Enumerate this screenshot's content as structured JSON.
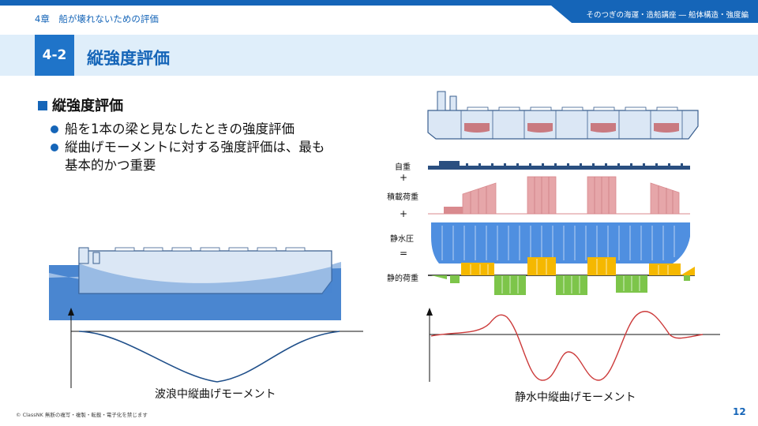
{
  "header": {
    "chapter": "4章　船が壊れないための評価",
    "series": "そのつぎの海運・造船講座 ― 船体構造・強度編",
    "section_number": "4-2",
    "section_title": "縦強度評価"
  },
  "content": {
    "heading": "縦強度評価",
    "bullets": [
      "船を1本の梁と見なしたときの強度評価",
      "縦曲げモーメントに対する強度評価は、最も基本的かつ重要"
    ]
  },
  "left_figure": {
    "caption": "波浪中縦曲げモーメント"
  },
  "right_figure": {
    "labels": {
      "self_weight": "自重",
      "cargo_load": "積載荷重",
      "hydrostatic": "静水圧",
      "static_load": "静的荷重"
    },
    "operators": [
      "+",
      "+",
      "="
    ],
    "caption": "静水中縦曲げモーメント"
  },
  "footer": {
    "copyright": "© ClassNK 無断の複写・複製・転載・電子化を禁じます",
    "page": "12"
  },
  "colors": {
    "brand": "#1565b8",
    "title_band": "#dfeefa",
    "sea": "#4a86d0",
    "hull": "#dbe7f5",
    "cargo": "#d98a8e",
    "hydro": "#4f8fe0",
    "positive": "#f5b800",
    "negative": "#7dc54a",
    "moment_curve": "#cc3a3a",
    "wave_curve": "#1f4f8a"
  }
}
